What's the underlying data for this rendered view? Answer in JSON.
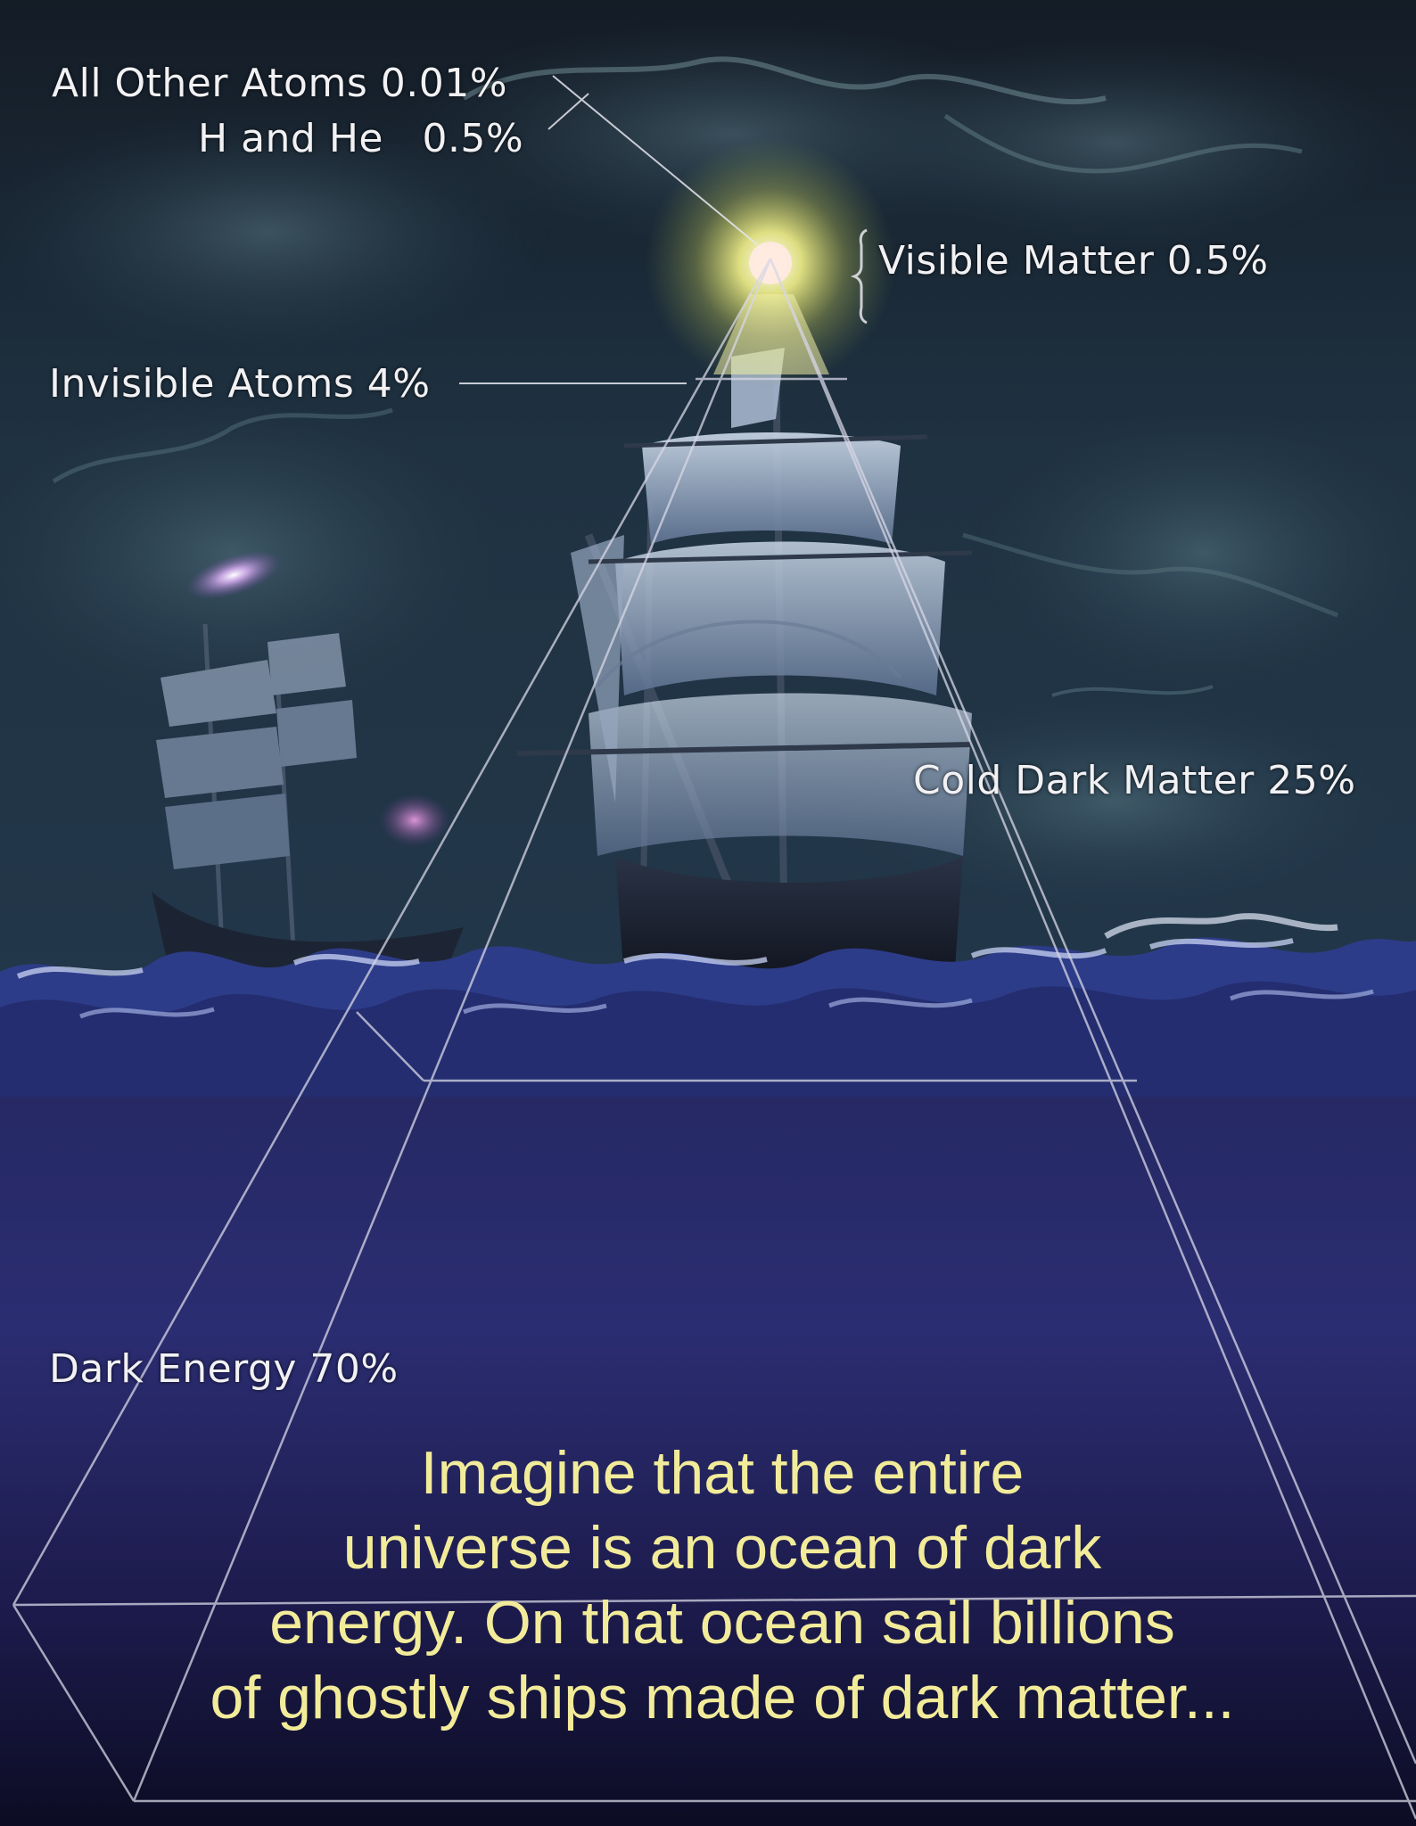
{
  "labels": {
    "all_other_atoms": "All Other Atoms 0.01%",
    "h_and_he": "H and He   0.5%",
    "visible_matter": "Visible Matter 0.5%",
    "invisible_atoms": "Invisible Atoms 4%",
    "cold_dark_matter": "Cold Dark Matter 25%",
    "dark_energy": "Dark Energy 70%"
  },
  "caption": [
    "Imagine that the entire",
    "universe is an ocean of dark",
    "energy.  On that ocean sail billions",
    "of ghostly ships made of dark matter..."
  ],
  "colors": {
    "sky": "#1b2a3a",
    "ocean": "#2a2a6a",
    "label_text": "#f1f1f4",
    "caption_text": "#f2ec9a",
    "glow": "#f4f28a"
  }
}
